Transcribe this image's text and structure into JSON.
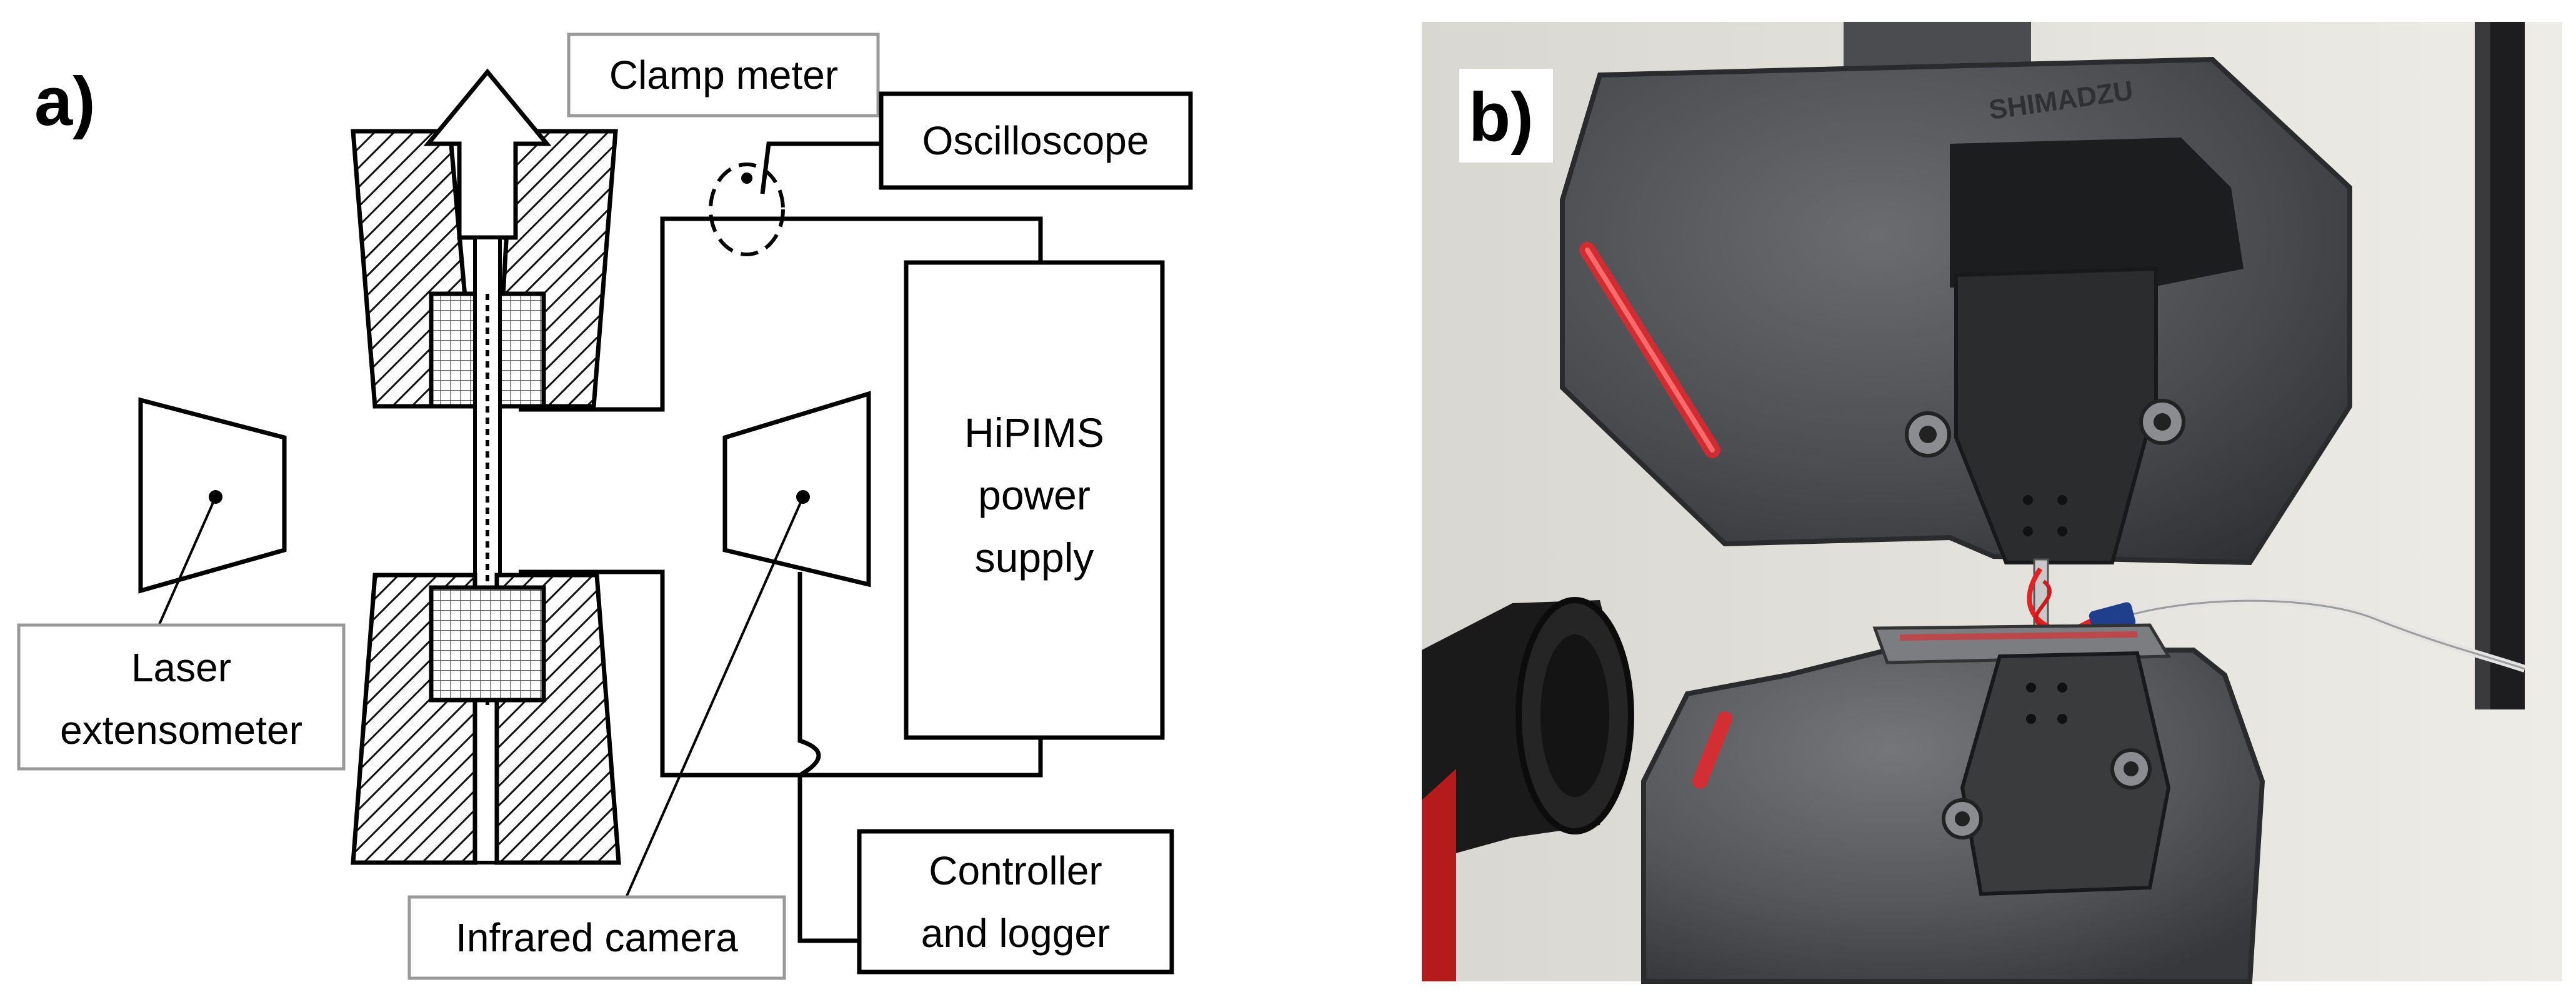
{
  "figure": {
    "panel_a": {
      "tag": "a)",
      "labels": {
        "clamp_meter": "Clamp meter",
        "oscilloscope": "Oscilloscope",
        "power_supply_line1": "HiPIMS",
        "power_supply_line2": "power",
        "power_supply_line3": "supply",
        "laser_line1": "Laser",
        "laser_line2": "extensometer",
        "infrared_camera": "Infrared camera",
        "controller_line1": "Controller",
        "controller_line2": "and logger"
      }
    },
    "panel_b": {
      "tag": "b)",
      "stamped_text": "SHIMADZU"
    }
  }
}
